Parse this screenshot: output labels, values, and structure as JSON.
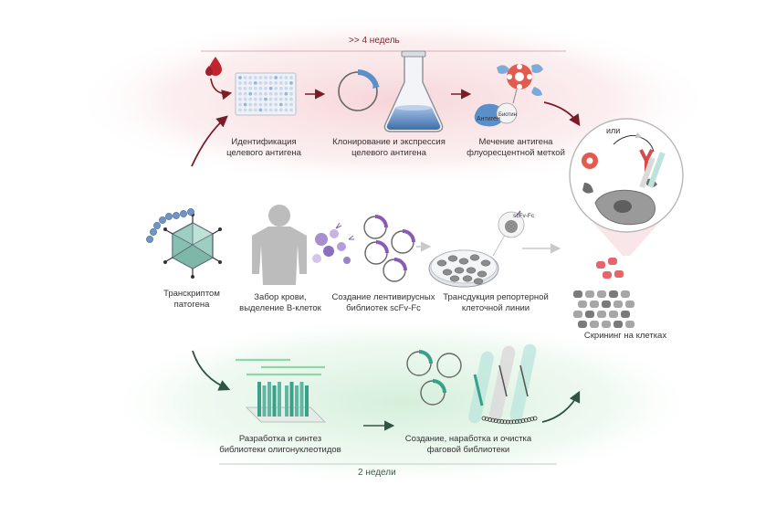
{
  "durations": {
    "top": ">> 4 недель",
    "bottom": "2 недели"
  },
  "labels": {
    "pathogen": [
      "Транскриптом",
      "патогена"
    ],
    "identification": [
      "Идентификация",
      "целевого антигена"
    ],
    "cloning": [
      "Клонирование и экспрессия",
      "целевого антигена"
    ],
    "labeling": [
      "Мечение антигена",
      "флуоресцентной меткой"
    ],
    "blood": [
      "Забор крови,",
      "выделение B-клеток"
    ],
    "lentiviral": [
      "Создание лентивирусных",
      "библиотек scFv-Fc"
    ],
    "transduction": [
      "Трансдукция репортерной",
      "клеточной линии"
    ],
    "screening": "Скрининг на клетках",
    "oligo": [
      "Разработка и синтез",
      "библиотеки олигонуклеотидов"
    ],
    "phage": [
      "Создание, наработка и очистка",
      "фаговой библиотеки"
    ]
  },
  "tags": {
    "antigen": "Антиген",
    "biotin": "Биотин",
    "scfv": "scFv-Fc",
    "or": "или"
  },
  "colors": {
    "top_glow": "#f7d9dc",
    "bottom_glow": "#d7f0dc",
    "dark_red": "#7a1c26",
    "dark_green": "#2f5446",
    "blue": "#5b8fc9",
    "purple": "#8a5bb5",
    "teal": "#3aa08a"
  },
  "icons": [
    "blood-drop-icon",
    "well-plate-icon",
    "plasmid-icon",
    "flask-icon",
    "labeled-antigen-icon",
    "virus-icon",
    "human-silhouette-icon",
    "b-cells-icon",
    "lentiviral-plasmids-icon",
    "petri-dish-icon",
    "cell-cluster-icon",
    "oligo-array-icon",
    "phage-plasmids-icon",
    "phage-particles-icon",
    "screening-zoom-icon"
  ]
}
